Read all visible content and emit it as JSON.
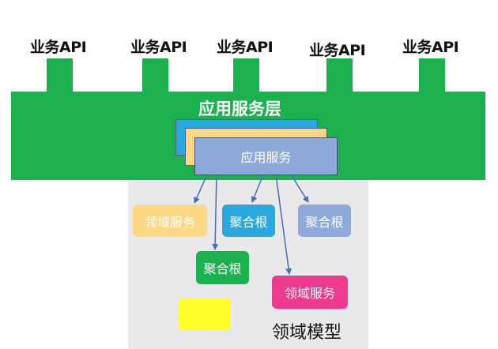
{
  "api_labels": [
    "业务API",
    "业务API",
    "业务API",
    "业务API",
    "业务API"
  ],
  "application_layer": {
    "title": "应用服务层",
    "service_label": "应用服务"
  },
  "domain_model": {
    "title": "领域模型",
    "boxes": {
      "domain_service_1": "领域服务",
      "aggregate_root_1": "聚合根",
      "aggregate_root_2": "聚合根",
      "aggregate_root_3": "聚合根",
      "domain_service_2": "领域服务",
      "unlabeled_box": ""
    }
  },
  "colors": {
    "green": "#1db04f",
    "blue": "#29a8e0",
    "orange_light": "#fdd884",
    "periwinkle": "#8eaadb",
    "magenta": "#ec3a8f",
    "yellow": "#ffff2c",
    "gray_area": "#e9e9eb"
  }
}
